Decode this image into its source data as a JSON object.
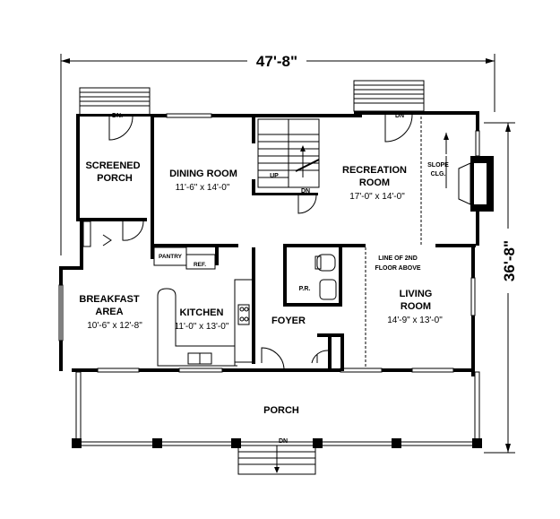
{
  "dimensions": {
    "width": "47'-8\"",
    "depth": "36'-8\""
  },
  "rooms": {
    "screened_porch": {
      "line1": "SCREENED",
      "line2": "PORCH"
    },
    "dining_room": {
      "name": "DINING ROOM",
      "size": "11'-6\" x 14'-0\""
    },
    "recreation_room": {
      "line1": "RECREATION",
      "line2": "ROOM",
      "size": "17'-0\" x 14'-0\""
    },
    "breakfast_area": {
      "line1": "BREAKFAST",
      "line2": "AREA",
      "size": "10'-6\" x 12'-8\""
    },
    "kitchen": {
      "name": "KITCHEN",
      "size": "11'-0\" x 13'-0\""
    },
    "foyer": {
      "name": "FOYER"
    },
    "living_room": {
      "line1": "LIVING",
      "line2": "ROOM",
      "size": "14'-9\" x 13'-0\""
    },
    "porch": {
      "name": "PORCH"
    }
  },
  "labels": {
    "dn": "DN",
    "dn_dot": "DN.",
    "up": "UP",
    "pantry": "PANTRY",
    "ref": "REF.",
    "pr": "P.R.",
    "slope_line1": "SLOPE",
    "slope_line2": "CLG.",
    "second_floor_line1": "LINE OF 2ND",
    "second_floor_line2": "FLOOR ABOVE"
  }
}
